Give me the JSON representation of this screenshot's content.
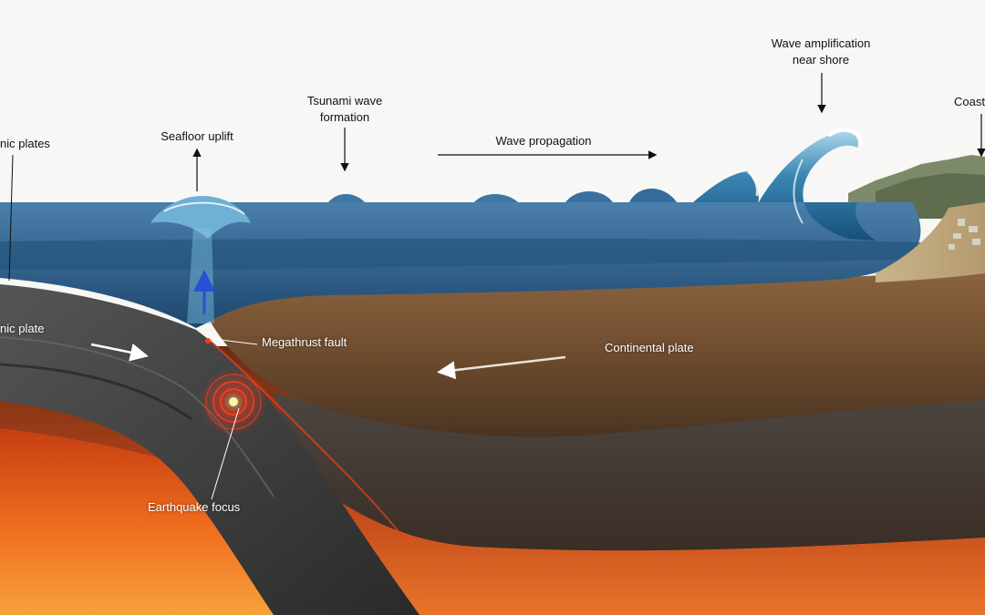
{
  "labels": {
    "tectonic_plates": "nic plates",
    "seafloor_uplift": "Seafloor uplift",
    "tsunami_formation_1": "Tsunami wave",
    "tsunami_formation_2": "formation",
    "wave_propagation": "Wave propagation",
    "amplification_1": "Wave amplification",
    "amplification_2": "near shore",
    "coast": "Coast",
    "oceanic_plate": "nic plate",
    "megathrust_fault": "Megathrust fault",
    "continental_plate": "Continental plate",
    "earthquake_focus": "Earthquake focus"
  },
  "colors": {
    "sky": "#f7f7f5",
    "ocean_surface": "#3c6f9c",
    "ocean_deep": "#1d4a73",
    "continental_crust": "#7a5634",
    "oceanic_plate": "#3a3a3a",
    "mantle": "#e2551c",
    "focus": "#ff2a1a",
    "uplift_arrow": "#2a4fd6"
  }
}
